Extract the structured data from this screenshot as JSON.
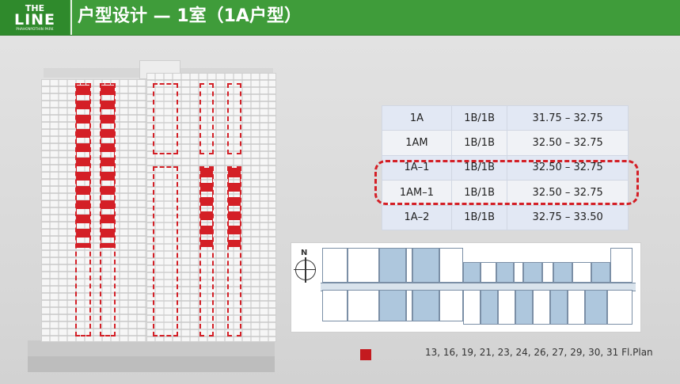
{
  "header": {
    "logo_the": "THE",
    "logo_line": "LINE",
    "logo_sub": "PHAHONYOTHIN PARK",
    "title": "户型设计 — 1室（1A户型）",
    "accent_color": "#3f9c3a"
  },
  "unit_table": {
    "rows": [
      {
        "type": "1A",
        "layout": "1B/1B",
        "area": "31.75 – 32.75"
      },
      {
        "type": "1AM",
        "layout": "1B/1B",
        "area": "32.50 – 32.75"
      },
      {
        "type": "1A–1",
        "layout": "1B/1B",
        "area": "32.50 – 32.75"
      },
      {
        "type": "1AM–1",
        "layout": "1B/1B",
        "area": "32.50 – 32.75"
      },
      {
        "type": "1A–2",
        "layout": "1B/1B",
        "area": "32.75 – 33.50"
      }
    ],
    "highlight_color": "#d41f26"
  },
  "floor_plan": {
    "compass_label": "N",
    "unit_color": "#aec7dd"
  },
  "legend": {
    "swatch_color": "#c41a1f",
    "text": "13, 16, 19, 21, 23, 24, 26, 27, 29, 30, 31 Fl.Plan"
  }
}
